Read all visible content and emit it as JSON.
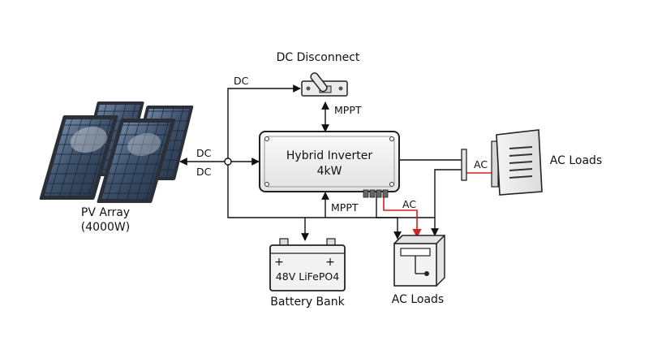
{
  "nodes": {
    "pv_array": {
      "label_line1": "PV Array",
      "label_line2": "(4000W)"
    },
    "dc_disconnect": {
      "label": "DC Disconnect"
    },
    "inverter": {
      "label_line1": "Hybrid Inverter",
      "label_line2": "4kW"
    },
    "battery": {
      "inner_label": "48V LiFePO4",
      "label": "Battery Bank",
      "plus_left": "+",
      "plus_right": "+"
    },
    "ac_loads_right": {
      "label": "AC Loads"
    },
    "ac_loads_bottom": {
      "label": "AC Loads"
    }
  },
  "edges": {
    "pv_to_disconnect": "DC",
    "pv_to_inverter_top": "DC",
    "pv_to_inverter_bottom": "DC",
    "disconnect_to_inverter": "MPPT",
    "battery_to_inverter": "MPPT",
    "inverter_to_ac_bottom": "AC",
    "inverter_to_ac_right": "AC"
  },
  "colors": {
    "line": "#111111",
    "ac_feed": "#d42020",
    "panel_frame": "#2b2f38",
    "panel_cell": "#4a5e78",
    "inverter_fill": "#f1f1f1"
  }
}
